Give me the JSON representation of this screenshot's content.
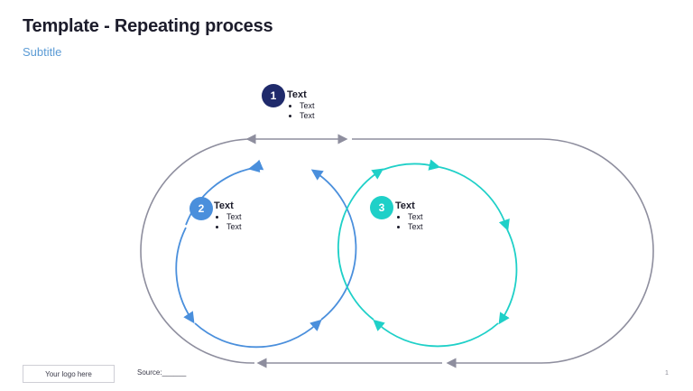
{
  "slide": {
    "title": "Template - Repeating process",
    "subtitle": "Subtitle",
    "logo_placeholder": "Your logo here",
    "source_label": "Source:______",
    "page_number": "1"
  },
  "colors": {
    "step1": "#1f2a6b",
    "step2": "#4a8fdc",
    "step3": "#1fd0c8",
    "outer_track": "#8e8e9e",
    "title": "#1c1c2b",
    "subtitle": "#5b9bd5"
  },
  "diagram": {
    "type": "repeating-process",
    "steps": [
      {
        "number": "1",
        "heading": "Text",
        "bullets": [
          "Text",
          "Text"
        ],
        "color": "#1f2a6b"
      },
      {
        "number": "2",
        "heading": "Text",
        "bullets": [
          "Text",
          "Text"
        ],
        "color": "#4a8fdc"
      },
      {
        "number": "3",
        "heading": "Text",
        "bullets": [
          "Text",
          "Text"
        ],
        "color": "#1fd0c8"
      }
    ]
  }
}
